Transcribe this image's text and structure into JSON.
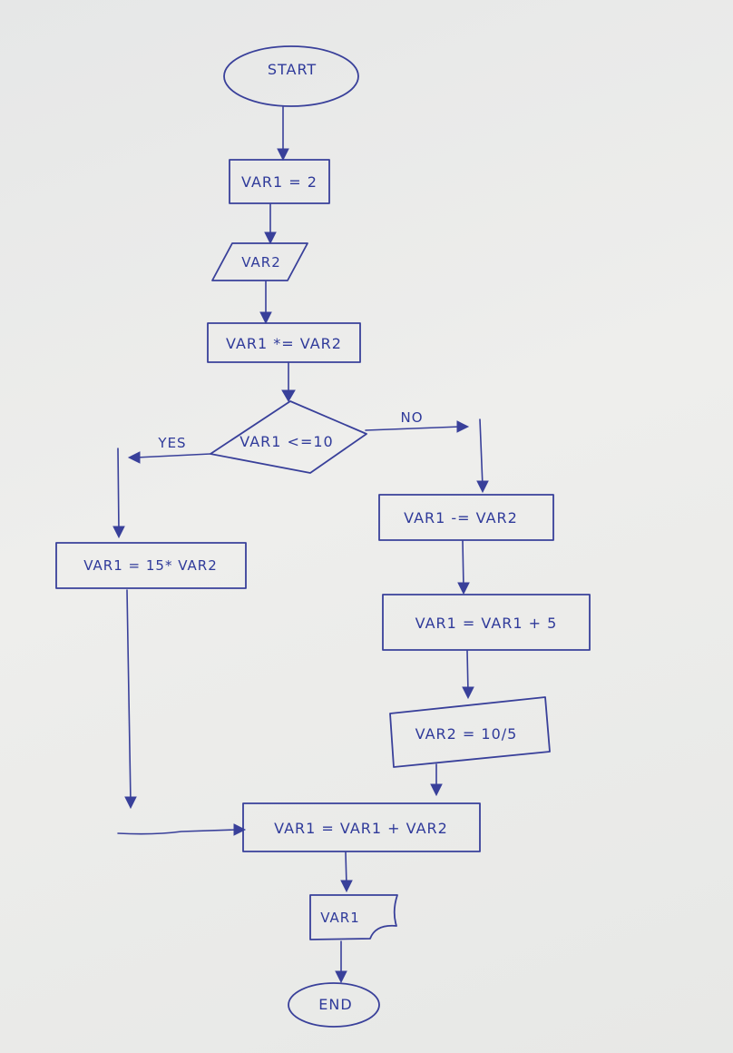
{
  "diagram": {
    "nodes": {
      "start": {
        "label": "START",
        "shape": "terminal"
      },
      "assign_var1": {
        "label": "VAR1 = 2",
        "shape": "process"
      },
      "input_var2": {
        "label": "VAR2",
        "shape": "input-output"
      },
      "multiply": {
        "label": "VAR1 *= VAR2",
        "shape": "process"
      },
      "decision": {
        "label": "VAR1 <=10",
        "shape": "decision"
      },
      "yes_branch": {
        "label": "VAR1 = 15* VAR2",
        "shape": "process"
      },
      "subtract": {
        "label": "VAR1 -= VAR2",
        "shape": "process"
      },
      "add_five": {
        "label": "VAR1 = VAR1 + 5",
        "shape": "process"
      },
      "assign_var2": {
        "label": "VAR2 = 10/5",
        "shape": "process"
      },
      "sum": {
        "label": "VAR1 = VAR1 + VAR2",
        "shape": "process"
      },
      "output_var1": {
        "label": "VAR1",
        "shape": "display"
      },
      "end": {
        "label": "END",
        "shape": "terminal"
      }
    },
    "edge_labels": {
      "yes": "YES",
      "no": "NO"
    },
    "edges": [
      [
        "start",
        "assign_var1"
      ],
      [
        "assign_var1",
        "input_var2"
      ],
      [
        "input_var2",
        "multiply"
      ],
      [
        "multiply",
        "decision"
      ],
      [
        "decision",
        "yes_branch",
        "yes"
      ],
      [
        "decision",
        "subtract",
        "no"
      ],
      [
        "subtract",
        "add_five"
      ],
      [
        "add_five",
        "assign_var2"
      ],
      [
        "assign_var2",
        "sum"
      ],
      [
        "yes_branch",
        "sum"
      ],
      [
        "sum",
        "output_var1"
      ],
      [
        "output_var1",
        "end"
      ]
    ],
    "ink_color": "#39409a"
  }
}
